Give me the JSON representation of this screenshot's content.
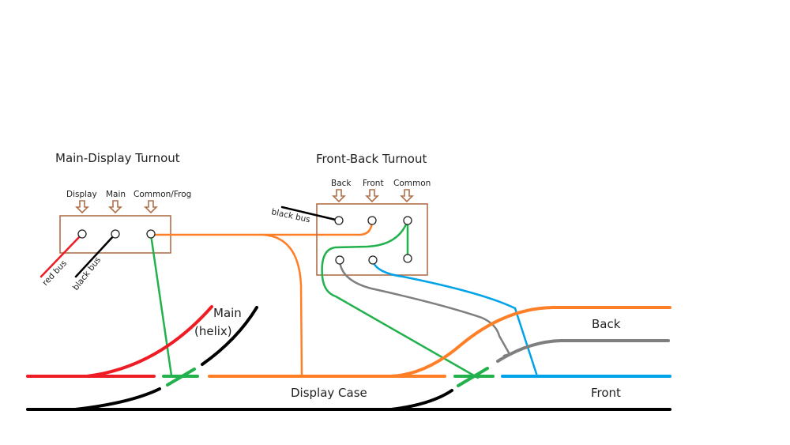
{
  "colors": {
    "red": "#ee1c24",
    "black": "#000000",
    "orange": "#ff7f27",
    "green": "#22b14c",
    "gray": "#7f7f7f",
    "blue": "#00a2e8",
    "box": "#b0704a"
  },
  "main_display_turnout": {
    "title": "Main-Display Turnout",
    "terminals": [
      "Display",
      "Main",
      "Common/Frog"
    ],
    "wires": {
      "display": "red bus",
      "main": "black bus"
    }
  },
  "front_back_turnout": {
    "title": "Front-Back Turnout",
    "terminals": [
      "Back",
      "Front",
      "Common"
    ],
    "wires": {
      "back": "black bus"
    }
  },
  "track_labels": {
    "main_line1": "Main",
    "main_line2": "(helix)",
    "display_case": "Display Case",
    "back": "Back",
    "front": "Front"
  }
}
